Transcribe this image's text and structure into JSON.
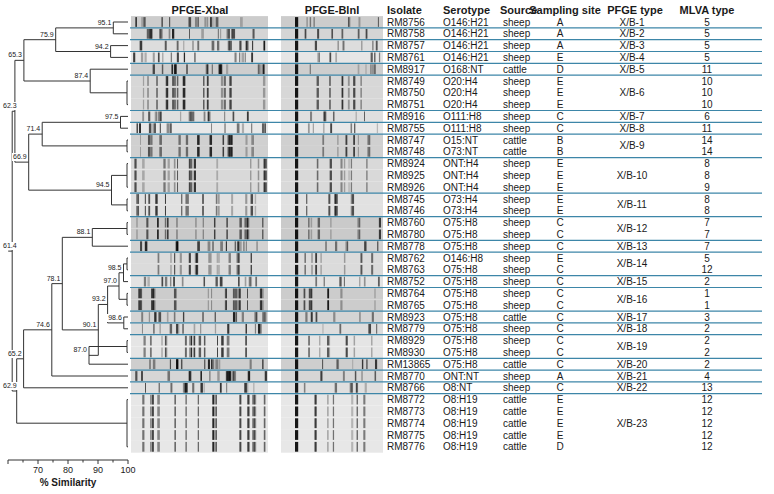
{
  "diagram": {
    "labels": [
      "PFGE-XbaI",
      "PFGE-BlnI",
      "Isolate",
      "Serotype",
      "Source",
      "Sampling site",
      "PFGE type",
      "MLVA type",
      "RM8756",
      "O146:H21",
      "sheep",
      "A",
      "5",
      "RM8758",
      "O146:H21",
      "sheep",
      "A",
      "5",
      "RM8757",
      "O146:H21",
      "sheep",
      "A",
      "5",
      "RM8761",
      "O146:H21",
      "sheep",
      "E",
      "5",
      "RM8917",
      "O168:NT",
      "cattle",
      "D",
      "11",
      "RM8749",
      "O20:H4",
      "sheep",
      "E",
      "10",
      "RM8750",
      "O20:H4",
      "sheep",
      "E",
      "10",
      "RM8751",
      "O20:H4",
      "sheep",
      "E",
      "10",
      "RM8916",
      "O111:H8",
      "sheep",
      "C",
      "6",
      "RM8755",
      "O111:H8",
      "sheep",
      "C",
      "11",
      "RM8747",
      "O15:NT",
      "cattle",
      "B",
      "14",
      "RM8748",
      "O73:NT",
      "cattle",
      "B",
      "14",
      "RM8924",
      "ONT:H4",
      "sheep",
      "E",
      "8",
      "RM8925",
      "ONT:H4",
      "sheep",
      "E",
      "8",
      "RM8926",
      "ONT:H4",
      "sheep",
      "E",
      "9",
      "RM8745",
      "O73:H4",
      "sheep",
      "E",
      "8",
      "RM8746",
      "O73:H4",
      "sheep",
      "E",
      "8",
      "RM8760",
      "O75:H8",
      "sheep",
      "C",
      "7",
      "RM8780",
      "O75:H8",
      "sheep",
      "C",
      "7",
      "RM8778",
      "O75:H8",
      "sheep",
      "C",
      "7",
      "RM8762",
      "O146:H8",
      "sheep",
      "E",
      "5",
      "RM8763",
      "O75:H8",
      "sheep",
      "C",
      "12",
      "RM8752",
      "O75:H8",
      "sheep",
      "C",
      "2",
      "RM8764",
      "O75:H8",
      "sheep",
      "C",
      "1",
      "RM8765",
      "O75:H8",
      "sheep",
      "C",
      "1",
      "RM8923",
      "O75:H8",
      "cattle",
      "C",
      "3",
      "RM8779",
      "O75:H8",
      "sheep",
      "C",
      "2",
      "RM8929",
      "O75:H8",
      "sheep",
      "C",
      "2",
      "RM8930",
      "O75:H8",
      "sheep",
      "C",
      "2",
      "RM13865",
      "O75:H8",
      "cattle",
      "C",
      "2",
      "RM8770",
      "ONT:NT",
      "sheep",
      "A",
      "4",
      "RM8766",
      "O8:NT",
      "sheep",
      "C",
      "13",
      "RM8772",
      "O8:H19",
      "cattle",
      "E",
      "12",
      "RM8773",
      "O8:H19",
      "cattle",
      "E",
      "12",
      "RM8774",
      "O8:H19",
      "cattle",
      "E",
      "12",
      "RM8775",
      "O8:H19",
      "cattle",
      "E",
      "12",
      "RM8776",
      "O8:H19",
      "cattle",
      "D",
      "12",
      "X/B-1",
      "X/B-2",
      "X/B-3",
      "X/B-4",
      "X/B-5",
      "X/B-6",
      "X/B-7",
      "X/B-8",
      "X/B-9",
      "X/B-10",
      "X/B-11",
      "X/B-12",
      "X/B-13",
      "X/B-14",
      "X/B-15",
      "X/B-16",
      "X/B-17",
      "X/B-18",
      "X/B-19",
      "X/B-20",
      "X/B-21",
      "X/B-22",
      "X/B-23",
      "95.1",
      "87.4",
      "75.9",
      "94.2",
      "65.3",
      "97.5",
      "62.3",
      "71.4",
      "66.9",
      "94.5",
      "61.4",
      "88.1",
      "98.5",
      "78.1",
      "97.0",
      "93.2",
      "98.6",
      "90.1",
      "87.0",
      "74.6",
      "65.2",
      "62.9",
      "70",
      "80",
      "90",
      "100",
      "% Similarity"
    ]
  }
}
